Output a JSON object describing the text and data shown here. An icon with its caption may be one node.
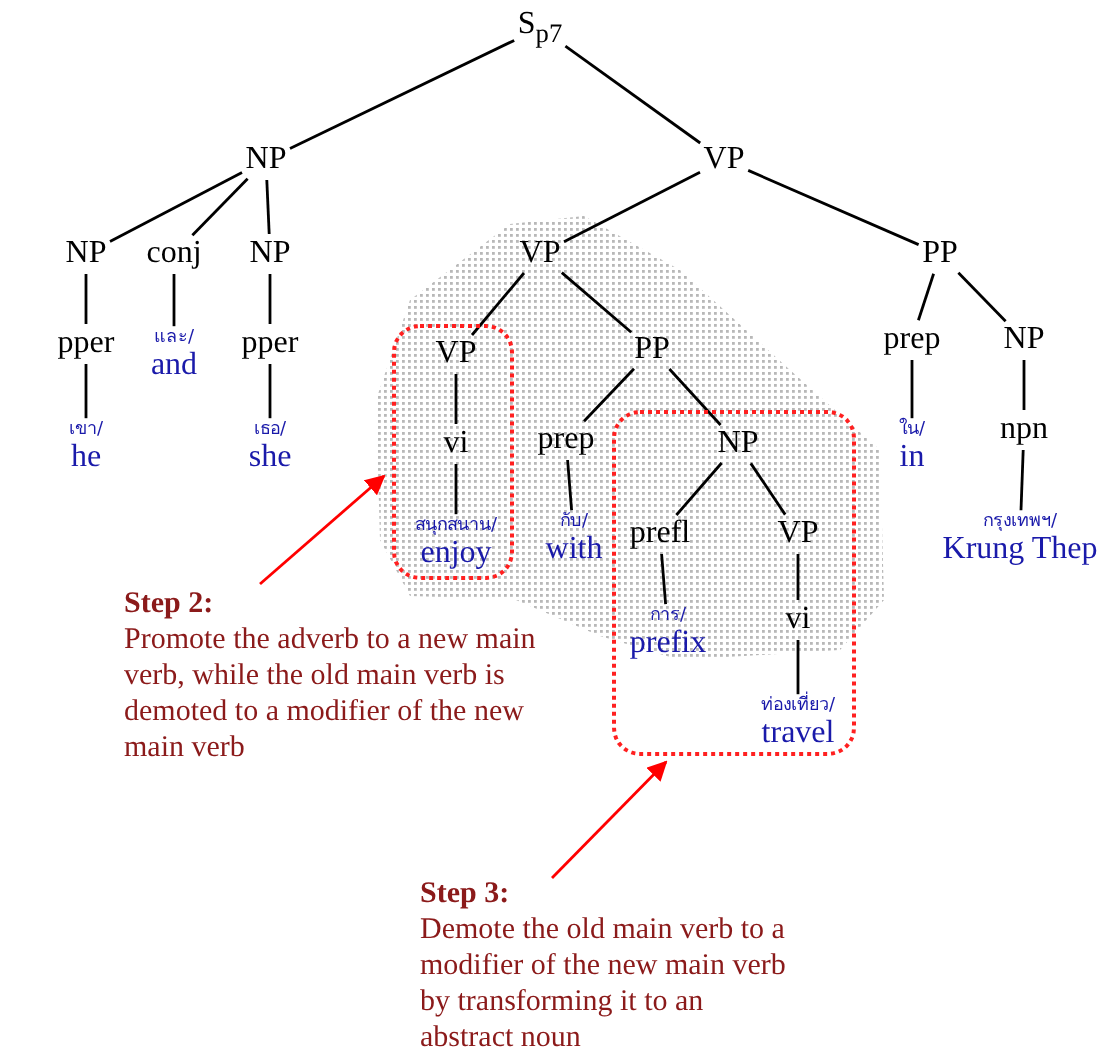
{
  "diagram": {
    "nodes": [
      {
        "text": [
          "S$_{p7}$"
        ]
      },
      {
        "text": [
          "NP"
        ]
      },
      {
        "text": [
          "VP"
        ]
      },
      {
        "text": [
          "NP"
        ]
      },
      {
        "text": [
          "conj"
        ]
      },
      {
        "text": [
          "NP"
        ]
      },
      {
        "text": [
          "pper"
        ]
      },
      {
        "text": [
          "และ/",
          "and"
        ]
      },
      {
        "text": [
          "pper"
        ]
      },
      {
        "text": [
          "เขา/",
          "he"
        ]
      },
      {
        "text": [
          "เธอ/",
          "she"
        ]
      },
      {
        "text": [
          "VP"
        ]
      },
      {
        "text": [
          "PP"
        ]
      },
      {
        "text": [],
        "shape": "box"
      },
      {
        "text": [
          "VP"
        ],
        "in": 13
      },
      {
        "text": [
          "vi"
        ],
        "in": 13
      },
      {
        "text": [
          "สนุกสนาน/",
          "enjoy"
        ],
        "in": 13
      },
      {
        "text": [
          "PP"
        ]
      },
      {
        "text": [
          "prep"
        ]
      },
      {
        "text": [
          "กับ/",
          "with"
        ]
      },
      {
        "text": [],
        "shape": "box"
      },
      {
        "text": [
          "NP"
        ],
        "in": 20
      },
      {
        "text": [
          "prefl"
        ],
        "in": 20
      },
      {
        "text": [
          "VP"
        ],
        "in": 20
      },
      {
        "text": [
          "การ/",
          "prefix"
        ],
        "in": 20
      },
      {
        "text": [
          "vi"
        ],
        "in": 20
      },
      {
        "text": [
          "ท่องเที่ยว/",
          "travel"
        ],
        "in": 20
      },
      {
        "text": [
          "prep"
        ]
      },
      {
        "text": [
          "NP"
        ]
      },
      {
        "text": [
          "ใน/",
          "in"
        ]
      },
      {
        "text": [
          "npn"
        ]
      },
      {
        "text": [
          "กรุงเทพฯ/",
          "Krung Thep"
        ]
      },
      {
        "text": [
          "Step 2:",
          "Promote the adverb to a new main verb, while the old main verb is demoted to a modifier of the new main verb"
        ]
      },
      {
        "text": [
          "Step 3:",
          "Demote the old main verb to a modifier of the new main verb by transforming it to an abstract noun"
        ]
      }
    ],
    "edges": [
      {
        "from": 0,
        "to": 1,
        "arrow": "none"
      },
      {
        "from": 0,
        "to": 2,
        "arrow": "none"
      },
      {
        "from": 1,
        "to": 3,
        "arrow": "none"
      },
      {
        "from": 1,
        "to": 4,
        "arrow": "none"
      },
      {
        "from": 1,
        "to": 5,
        "arrow": "none"
      },
      {
        "from": 3,
        "to": 6,
        "arrow": "none"
      },
      {
        "from": 4,
        "to": 7,
        "arrow": "none"
      },
      {
        "from": 5,
        "to": 8,
        "arrow": "none"
      },
      {
        "from": 6,
        "to": 9,
        "arrow": "none"
      },
      {
        "from": 8,
        "to": 10,
        "arrow": "none"
      },
      {
        "from": 2,
        "to": 11,
        "arrow": "none"
      },
      {
        "from": 2,
        "to": 12,
        "arrow": "none"
      },
      {
        "from": 11,
        "to": 14,
        "arrow": "none"
      },
      {
        "from": 11,
        "to": 17,
        "arrow": "none"
      },
      {
        "from": 14,
        "to": 15,
        "arrow": "none"
      },
      {
        "from": 15,
        "to": 16,
        "arrow": "none"
      },
      {
        "from": 17,
        "to": 18,
        "arrow": "none"
      },
      {
        "from": 17,
        "to": 21,
        "arrow": "none"
      },
      {
        "from": 18,
        "to": 19,
        "arrow": "none"
      },
      {
        "from": 21,
        "to": 22,
        "arrow": "none"
      },
      {
        "from": 21,
        "to": 23,
        "arrow": "none"
      },
      {
        "from": 22,
        "to": 24,
        "arrow": "none"
      },
      {
        "from": 23,
        "to": 25,
        "arrow": "none"
      },
      {
        "from": 25,
        "to": 26,
        "arrow": "none"
      },
      {
        "from": 12,
        "to": 27,
        "arrow": "none"
      },
      {
        "from": 12,
        "to": 28,
        "arrow": "none"
      },
      {
        "from": 27,
        "to": 29,
        "arrow": "none"
      },
      {
        "from": 28,
        "to": 30,
        "arrow": "none"
      },
      {
        "from": 30,
        "to": 31,
        "arrow": "none"
      },
      {
        "from": 32,
        "to": 13,
        "arrow": "to",
        "color": "#ff0000"
      },
      {
        "from": 33,
        "to": 20,
        "arrow": "to",
        "color": "#ff0000"
      }
    ]
  }
}
